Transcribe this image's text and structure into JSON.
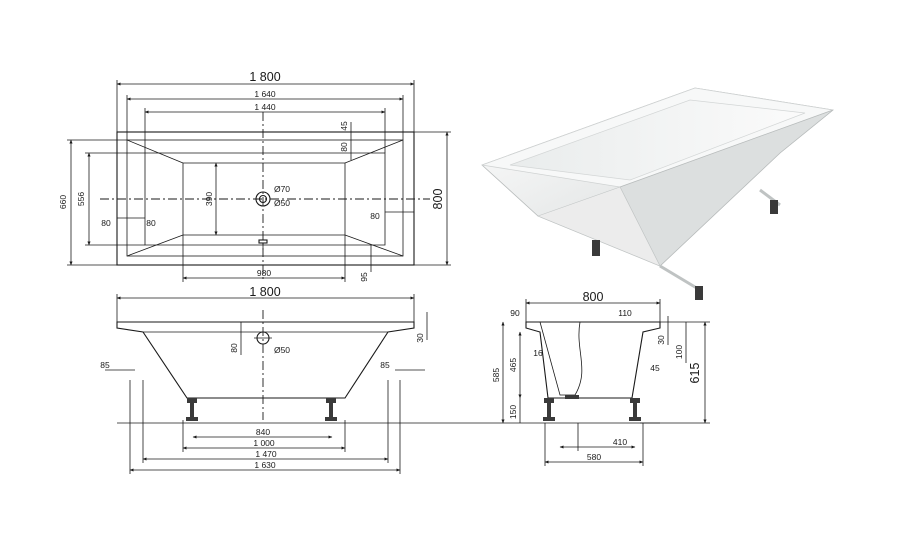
{
  "plan_view": {
    "length_outer": "1 800",
    "length_inner": "1 640",
    "length_bottom": "1 440",
    "width_outer": "800",
    "width_660": "660",
    "width_556": "556",
    "bottom_width": "390",
    "bottom_length": "980",
    "rim_45": "45",
    "rim_80": "80",
    "left_80a": "80",
    "left_80b": "80",
    "right_80": "80",
    "drain_95": "95",
    "overflow_d70": "Ø70",
    "drain_d50": "Ø50"
  },
  "side_view": {
    "length_outer": "1 800",
    "feet_840": "840",
    "feet_1000": "1 000",
    "span_1470": "1 470",
    "span_1630": "1 630",
    "offset_left_85": "85",
    "offset_right_85": "85",
    "rim_30": "30",
    "drain_80": "80",
    "drain_d50": "Ø50"
  },
  "end_view": {
    "width_outer": "800",
    "rim_90": "90",
    "rim_110": "110",
    "rim_30": "30",
    "rim_100": "100",
    "offset_45": "45",
    "wall_16": "16",
    "depth_465": "465",
    "height_585": "585",
    "height_615": "615",
    "feet_150": "150",
    "feet_410": "410",
    "feet_580": "580"
  },
  "colors": {
    "line": "#1a1a1a",
    "tub_white": "#f4f4f2",
    "tub_shadow": "#c9cccc",
    "feet": "#3a3a3a"
  }
}
